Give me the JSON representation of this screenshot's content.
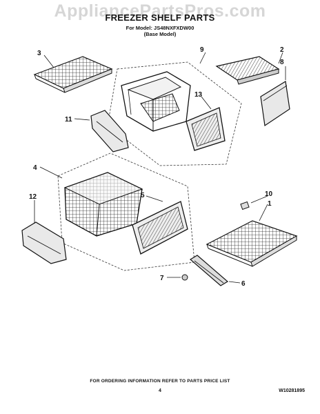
{
  "watermark": "AppliancePartsPros.com",
  "title": "FREEZER SHELF PARTS",
  "model_line": "For Model: JS48NXFXDW00",
  "base_model": "(Base Model)",
  "callouts": {
    "c1": "1",
    "c2": "2",
    "c3": "3",
    "c4": "4",
    "c5": "5",
    "c6": "6",
    "c7": "7",
    "c8": "8",
    "c9": "9",
    "c10": "10",
    "c11": "11",
    "c12": "12",
    "c13": "13"
  },
  "footer": {
    "note": "FOR ORDERING INFORMATION REFER TO PARTS PRICE LIST",
    "page": "4",
    "doc_number": "W10281895"
  }
}
